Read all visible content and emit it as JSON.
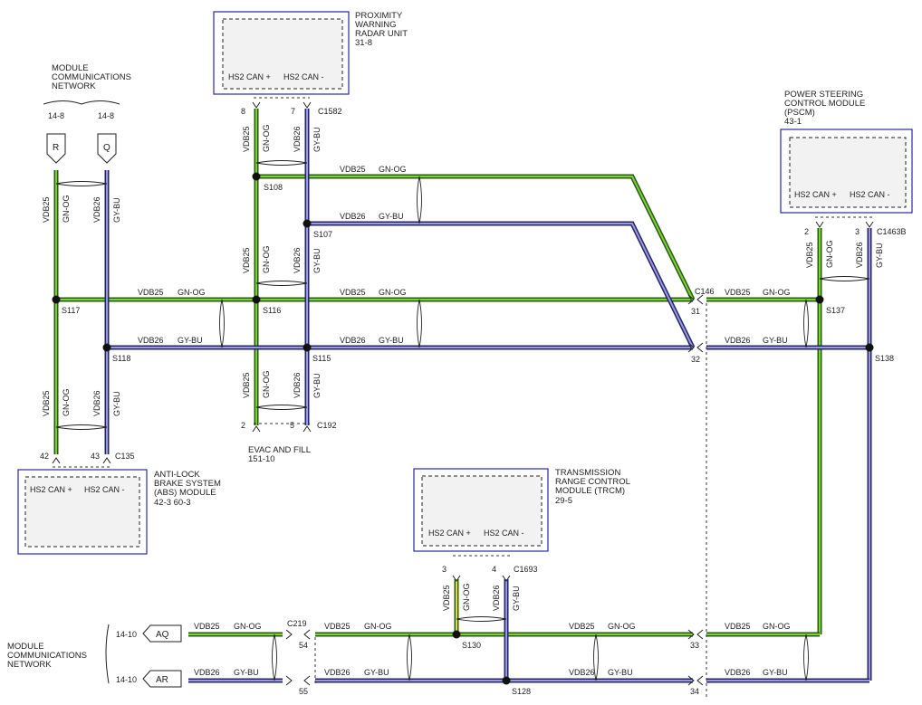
{
  "modules": {
    "radar": {
      "name": [
        "PROXIMITY",
        "WARNING",
        "RADAR UNIT"
      ],
      "ref": "31-8",
      "pins": [
        "HS2 CAN +",
        "HS2 CAN -"
      ]
    },
    "pscm": {
      "name": [
        "POWER STEERING",
        "CONTROL MODULE",
        "(PSCM)"
      ],
      "ref": "43-1",
      "pins": [
        "HS2 CAN +",
        "HS2 CAN -"
      ]
    },
    "abs": {
      "name": [
        "ANTI-LOCK",
        "BRAKE SYSTEM",
        "(ABS) MODULE"
      ],
      "ref": "42-3   60-3",
      "pins": [
        "HS2 CAN +",
        "HS2 CAN -"
      ]
    },
    "trcm": {
      "name": [
        "TRANSMISSION",
        "RANGE CONTROL",
        "MODULE (TRCM)"
      ],
      "ref": "29-5",
      "pins": [
        "HS2 CAN +",
        "HS2 CAN -"
      ]
    }
  },
  "network_top": {
    "title": [
      "MODULE",
      "COMMUNICATIONS",
      "NETWORK"
    ],
    "refs": [
      "14-8",
      "14-8"
    ],
    "tags": [
      "R",
      "Q"
    ]
  },
  "network_bottom": {
    "title": [
      "MODULE",
      "COMMUNICATIONS",
      "NETWORK"
    ],
    "refs": [
      "14-10",
      "14-10"
    ],
    "tags": [
      "AQ",
      "AR"
    ]
  },
  "evac": {
    "name": "EVAC AND FILL",
    "ref": "151-10"
  },
  "circuits": {
    "gn": "VDB25",
    "gy": "VDB26",
    "gn_color": "GN-OG",
    "gy_color": "GY-BU"
  },
  "splices": [
    "S108",
    "S107",
    "S117",
    "S116",
    "S118",
    "S115",
    "S137",
    "S138",
    "S130",
    "S128"
  ],
  "connectors": [
    "C1582",
    "C146",
    "C1463B",
    "C192",
    "C135",
    "C1693",
    "C219"
  ],
  "pins": [
    "8",
    "7",
    "2",
    "3",
    "31",
    "32",
    "2",
    "5",
    "42",
    "43",
    "3",
    "4",
    "54",
    "55",
    "33",
    "34"
  ],
  "colors": {
    "green_outer": "#2a5a10",
    "green_inner": "#7bd13a",
    "blue_outer": "#24246a",
    "blue_inner": "#9a9ad8",
    "box_border": "#2a2aa0"
  }
}
